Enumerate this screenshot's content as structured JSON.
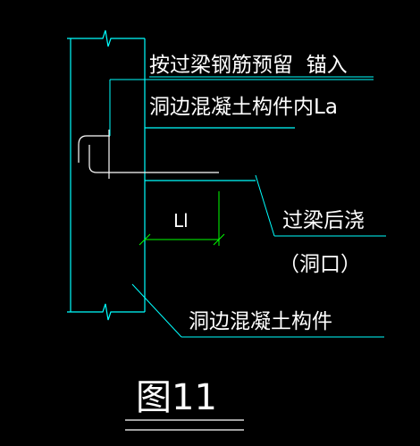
{
  "colors": {
    "background": "#000000",
    "line_cyan": "#00ffff",
    "line_white": "#ffffff",
    "dim_green": "#00ff00",
    "text": "#ffffff"
  },
  "labels": {
    "note_line1": "按过梁钢筋预留  锚入",
    "note_line2": "洞边混凝土构件内La",
    "dimension_ll": "Ll",
    "lintel_pour": "过梁后浇",
    "opening": "（洞口）",
    "edge_member": "洞边混凝土构件",
    "figure_title": "图11"
  }
}
